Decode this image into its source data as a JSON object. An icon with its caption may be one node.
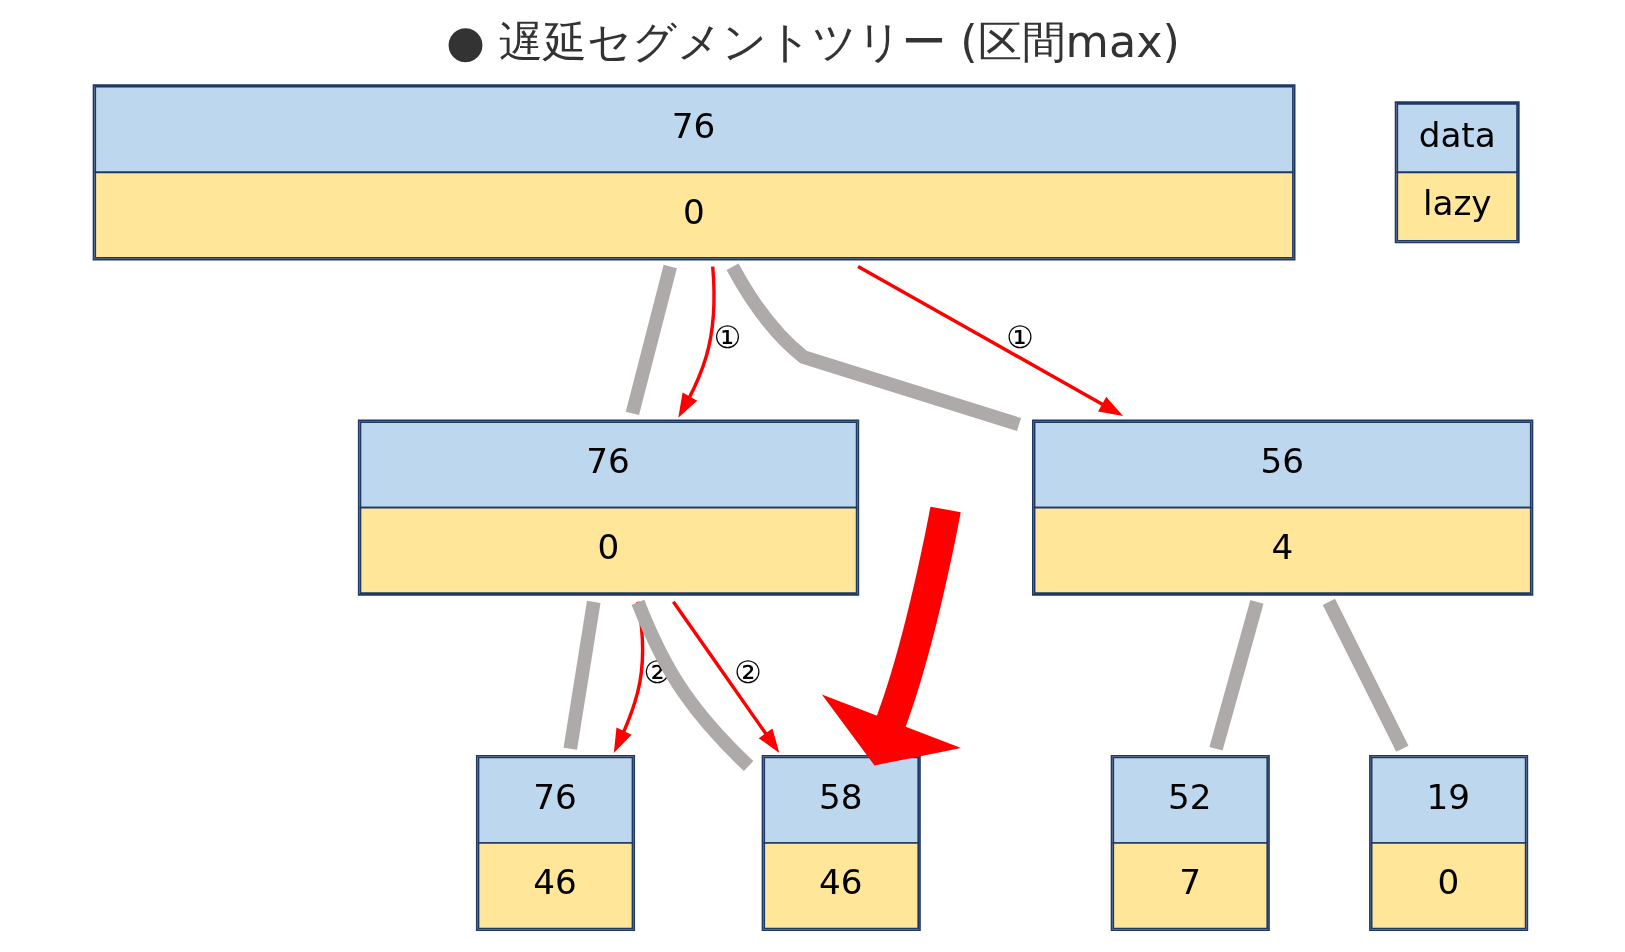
{
  "diagram": {
    "title": "● 遅延セグメントツリー (区間max)",
    "nodes": [
      {
        "text": [
          "76",
          "0"
        ]
      },
      {
        "text": [
          "76",
          "0"
        ]
      },
      {
        "text": [
          "56",
          "4"
        ]
      },
      {
        "text": [
          "76",
          "46"
        ]
      },
      {
        "text": [
          "58",
          "46"
        ]
      },
      {
        "text": [
          "52",
          "7"
        ]
      },
      {
        "text": [
          "19",
          "0"
        ]
      }
    ],
    "edges": [
      {
        "from": 0,
        "to": 1,
        "arrow": "none"
      },
      {
        "from": 0,
        "to": 2,
        "arrow": "none"
      },
      {
        "from": 1,
        "to": 3,
        "arrow": "none"
      },
      {
        "from": 1,
        "to": 4,
        "arrow": "none"
      },
      {
        "from": 2,
        "to": 5,
        "arrow": "none"
      },
      {
        "from": 2,
        "to": 6,
        "arrow": "none"
      },
      {
        "from": 0,
        "to": 1,
        "arrow": "to",
        "label": "①",
        "color": "#ff0000"
      },
      {
        "from": 0,
        "to": 2,
        "arrow": "to",
        "label": "①",
        "color": "#ff0000"
      },
      {
        "from": 1,
        "to": 3,
        "arrow": "to",
        "label": "②",
        "color": "#ff0000"
      },
      {
        "from": 1,
        "to": 4,
        "arrow": "to",
        "label": "②",
        "color": "#ff0000"
      },
      {
        "from": null,
        "to": 4,
        "arrow": "to",
        "style": "thick",
        "color": "#ff0000"
      }
    ],
    "legend": [
      {
        "text": "data",
        "color": "#bdd7ee"
      },
      {
        "text": "lazy",
        "color": "#ffe699"
      }
    ]
  }
}
